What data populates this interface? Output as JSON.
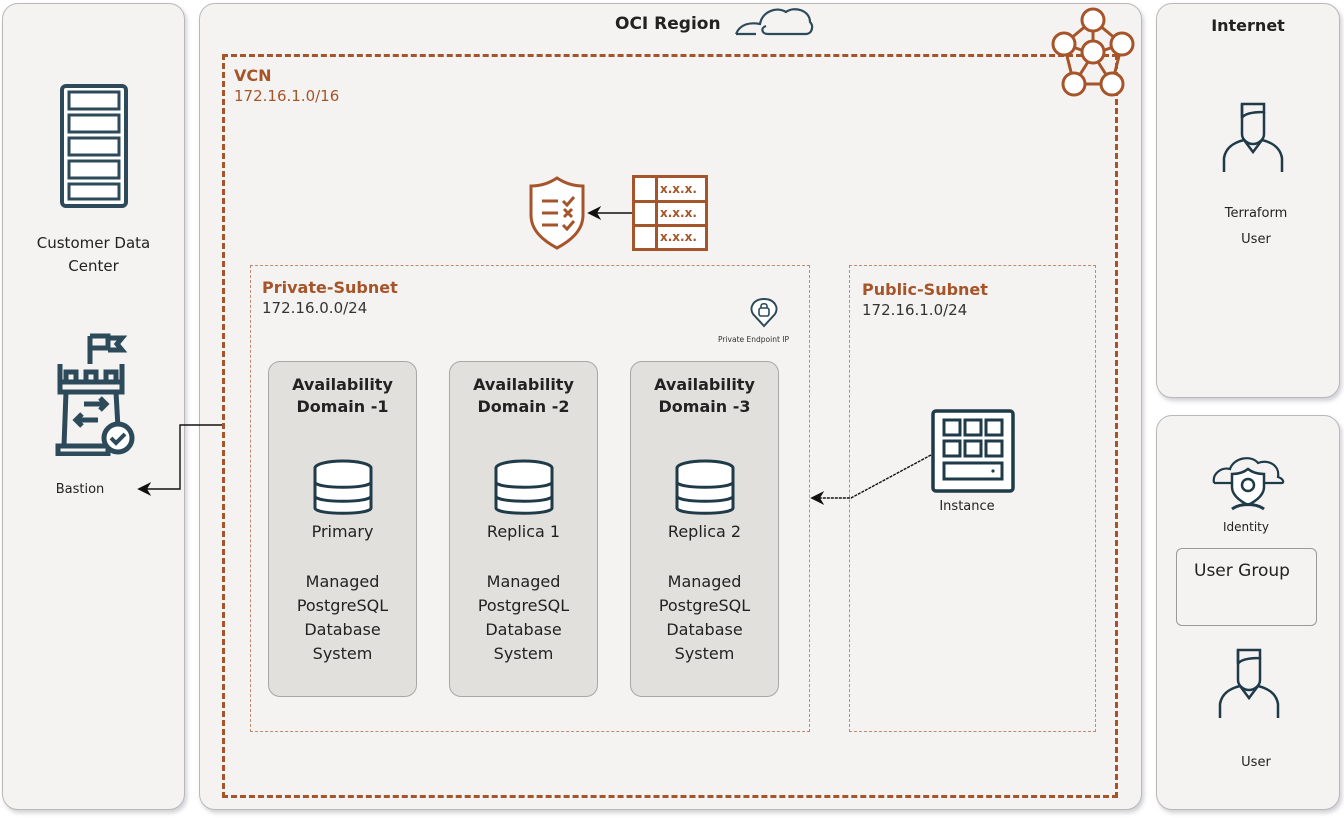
{
  "customer_panel": {
    "datacenter_label_line1": "Customer Data",
    "datacenter_label_line2": "Center",
    "bastion_label": "Bastion"
  },
  "region": {
    "title": "OCI Region",
    "vcn": {
      "title": "VCN",
      "cidr": "172.16.1.0/16",
      "route_table_rows": [
        "x.x.x.",
        "x.x.x.",
        "x.x.x."
      ]
    },
    "private_subnet": {
      "title": "Private-Subnet",
      "cidr": "172.16.0.0/24",
      "endpoint_label": "Private Endpoint IP",
      "availability_domains": [
        {
          "title_line1": "Availability",
          "title_line2": "Domain -1",
          "role": "Primary",
          "desc": [
            "Managed",
            "PostgreSQL",
            "Database",
            "System"
          ]
        },
        {
          "title_line1": "Availability",
          "title_line2": "Domain -2",
          "role": "Replica 1",
          "desc": [
            "Managed",
            "PostgreSQL",
            "Database",
            "System"
          ]
        },
        {
          "title_line1": "Availability",
          "title_line2": "Domain -3",
          "role": "Replica 2",
          "desc": [
            "Managed",
            "PostgreSQL",
            "Database",
            "System"
          ]
        }
      ]
    },
    "public_subnet": {
      "title": "Public-Subnet",
      "cidr": "172.16.1.0/24",
      "instance_label": "Instance"
    }
  },
  "internet_panel": {
    "title": "Internet",
    "user_label_line1": "Terraform",
    "user_label_line2": "User"
  },
  "identity_panel": {
    "identity_label": "Identity",
    "user_group_label": "User Group",
    "user_label": "User"
  },
  "colors": {
    "oci_orange": "#a6542a",
    "icon_dark": "#2d4a5a",
    "panel_bg": "#f4f3f1",
    "ad_bg": "#e2e0dc"
  }
}
